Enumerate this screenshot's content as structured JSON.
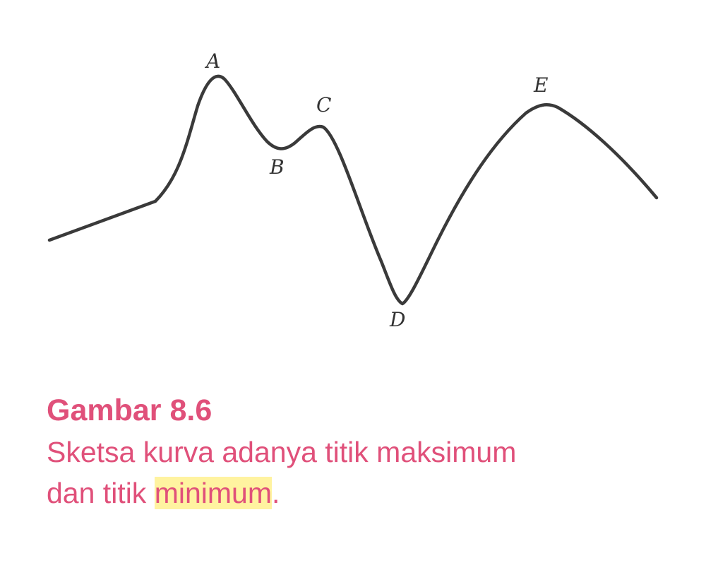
{
  "figure": {
    "points": {
      "A": "A",
      "B": "B",
      "C": "C",
      "D": "D",
      "E": "E"
    }
  },
  "caption": {
    "title": "Gambar 8.6",
    "line1": "Sketsa kurva adanya titik maksimum",
    "line2_prefix": "dan titik ",
    "line2_highlight": "minimum",
    "line2_suffix": "."
  },
  "colors": {
    "caption": "#e0507a",
    "highlight": "#fff3a0",
    "curve": "#3a3a3a"
  }
}
